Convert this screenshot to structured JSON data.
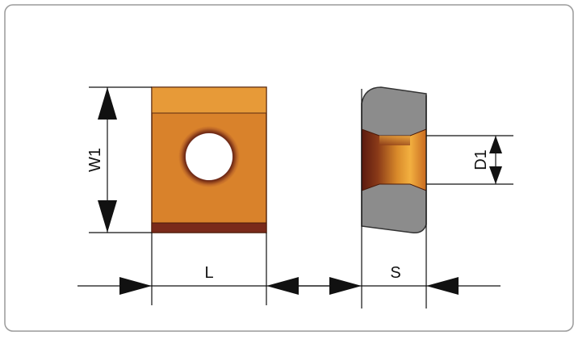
{
  "labels": {
    "width": "W1",
    "length": "L",
    "thickness": "S",
    "hole_diameter": "D1"
  },
  "colors": {
    "frame_border": "#9a9a9a",
    "insert_face": "#d9822b",
    "insert_top_band": "#e79a38",
    "insert_bottom_band": "#7a2a1a",
    "side_gray": "#8c8c8c",
    "bore_dark": "#5a1a10",
    "bore_light": "#f2b040",
    "line": "#111111"
  }
}
